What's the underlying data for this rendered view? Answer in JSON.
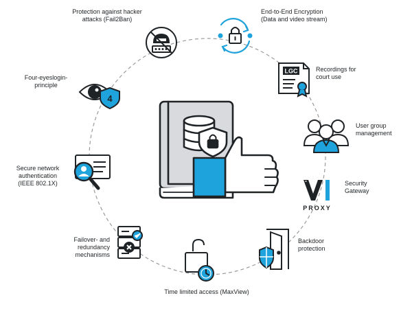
{
  "colors": {
    "accent": "#1fa3dc",
    "ink": "#1f2326",
    "ring": "#9a9a9a",
    "panel": "#d8dade"
  },
  "center": {
    "icon": "book-database-shield-thumbs-up-icon"
  },
  "features": [
    {
      "icon": "hacker-prohibited-icon",
      "label": "Protection against hacker\nattacks (Fail2Ban)"
    },
    {
      "icon": "encryption-lock-cycle-icon",
      "label": "End-to-End Encryption\n(Data and video stream)"
    },
    {
      "icon": "certificate-icon",
      "label": "Recordings for\ncourt use",
      "badge": "LGC"
    },
    {
      "icon": "user-group-icon",
      "label": "User group\nmanagement"
    },
    {
      "icon": "security-gateway-icon",
      "label": "Security\nGateway",
      "logo_letters": "VI",
      "logo_caption": "PROXY"
    },
    {
      "icon": "backdoor-shield-icon",
      "label": "Backdoor\nprotection"
    },
    {
      "icon": "timer-lock-icon",
      "label": "Time limited access (MaxView)"
    },
    {
      "icon": "failover-servers-icon",
      "label": "Failover- and\nredundancy\nmechanisms"
    },
    {
      "icon": "id-card-magnifier-icon",
      "label": "Secure network\nauthentication\n(IEEE 802.1X)"
    },
    {
      "icon": "eye-shield-icon",
      "label": "Four-eyeslogin-\nprinciple",
      "badge": "4"
    }
  ]
}
